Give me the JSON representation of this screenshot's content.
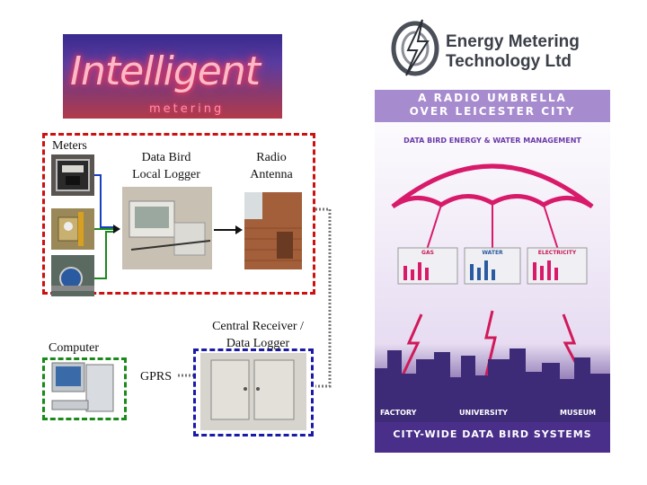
{
  "logos": {
    "intelligent": {
      "word": "Intelligent",
      "sub": "metering"
    },
    "emt": {
      "line1": "Energy Metering",
      "line2": "Technology Ltd"
    }
  },
  "labels": {
    "meters": "Meters",
    "logger_line1": "Data Bird",
    "logger_line2": "Local Logger",
    "antenna_line1": "Radio",
    "antenna_line2": "Antenna",
    "receiver_line1": "Central Receiver /",
    "receiver_line2": "Data Logger",
    "computer": "Computer",
    "gprs": "GPRS"
  },
  "poster": {
    "title_line1": "A RADIO UMBRELLA",
    "title_line2": "OVER LEICESTER CITY",
    "arc_text": "DATA BIRD ENERGY & WATER MANAGEMENT",
    "panels": [
      "GAS",
      "WATER",
      "ELECTRICITY"
    ],
    "places": [
      "FACTORY",
      "UNIVERSITY",
      "MUSEUM"
    ],
    "footer": "CITY-WIDE DATA BIRD SYSTEMS"
  },
  "colors": {
    "red_box": "#cc1111",
    "blue_box": "#1a1aa6",
    "green_box": "#1a8a1a",
    "connector_blue": "#1a40c0",
    "connector_green": "#1a8a1a",
    "dotted_link": "#777777",
    "lightning": "#d01a5a",
    "umbrella": "#d81a6a"
  }
}
